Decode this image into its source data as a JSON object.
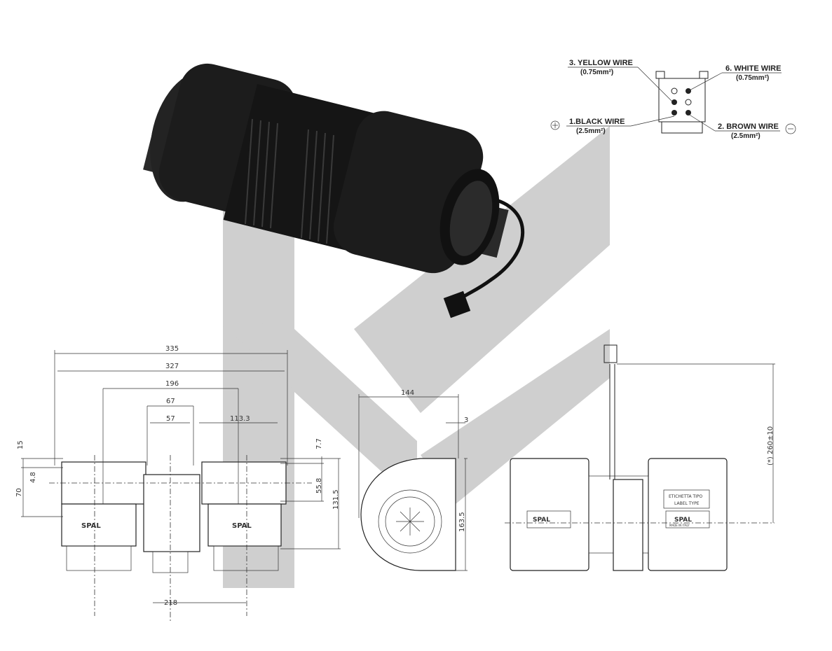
{
  "connector": {
    "wires": [
      {
        "label": "3. YELLOW WIRE",
        "section": "(0.75mm²)"
      },
      {
        "label": "6. WHITE WIRE",
        "section": "(0.75mm²)"
      },
      {
        "label": "1.BLACK WIRE",
        "section": "(2.5mm²)",
        "polarity": "+"
      },
      {
        "label": "2. BROWN WIRE",
        "section": "(2.5mm²)",
        "polarity": "−"
      }
    ]
  },
  "front_view": {
    "dims": {
      "d335": "335",
      "d327": "327",
      "d196": "196",
      "d67": "67",
      "d57": "57",
      "d113": "113.3",
      "d15": "15",
      "d48": "4.8",
      "d70": "70",
      "d77": "7.7",
      "d558": "55.8",
      "d1315": "131.5",
      "d218": "218"
    },
    "brand": "SPAL"
  },
  "side_view": {
    "dims": {
      "d144": "144",
      "d3": "3",
      "d1635": "163.5"
    }
  },
  "rear_view": {
    "dims": {
      "cable": "(*) 260±10"
    },
    "label_line1": "ETICHETTA TIPO",
    "label_line2": "LABEL TYPE",
    "brand": "SPAL",
    "made_in": "MADE IN ITALY"
  },
  "colors": {
    "watermark": "#cfcfcf",
    "motor": "#1c1c1c"
  }
}
